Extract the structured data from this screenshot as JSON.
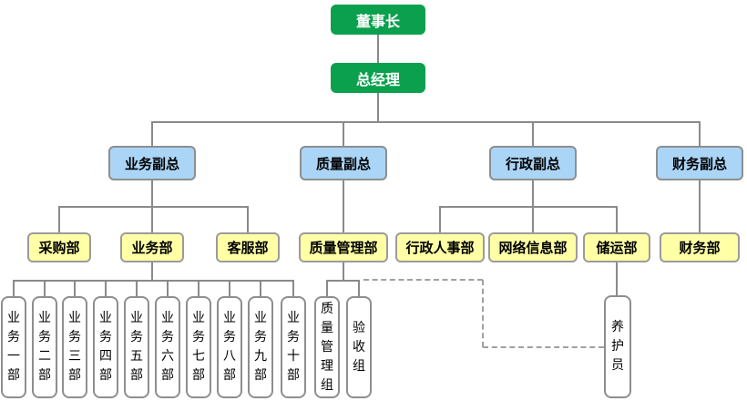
{
  "colors": {
    "executive_fill": "#0aa04d",
    "vp_fill": "#abd5f7",
    "department_fill": "#ffffa5",
    "team_fill": "#ffffff",
    "border_gray": "#8e8e8e",
    "line_gray": "#8a8a8a"
  },
  "nodes": {
    "chairman": {
      "label": "董事长"
    },
    "general_manager": {
      "label": "总经理"
    },
    "vps": [
      {
        "label": "业务副总"
      },
      {
        "label": "质量副总"
      },
      {
        "label": "行政副总"
      },
      {
        "label": "财务副总"
      }
    ],
    "departments": [
      {
        "label": "采购部"
      },
      {
        "label": "业务部"
      },
      {
        "label": "客服部"
      },
      {
        "label": "质量管理部"
      },
      {
        "label": "行政人事部"
      },
      {
        "label": "网络信息部"
      },
      {
        "label": "储运部"
      },
      {
        "label": "财务部"
      }
    ],
    "business_units": [
      "业务一部",
      "业务二部",
      "业务三部",
      "业务四部",
      "业务五部",
      "业务六部",
      "业务七部",
      "业务八部",
      "业务九部",
      "业务十部"
    ],
    "quality_teams": [
      "质量管理组",
      "验收组"
    ],
    "warehouse_staff": {
      "label": "养护员"
    }
  }
}
